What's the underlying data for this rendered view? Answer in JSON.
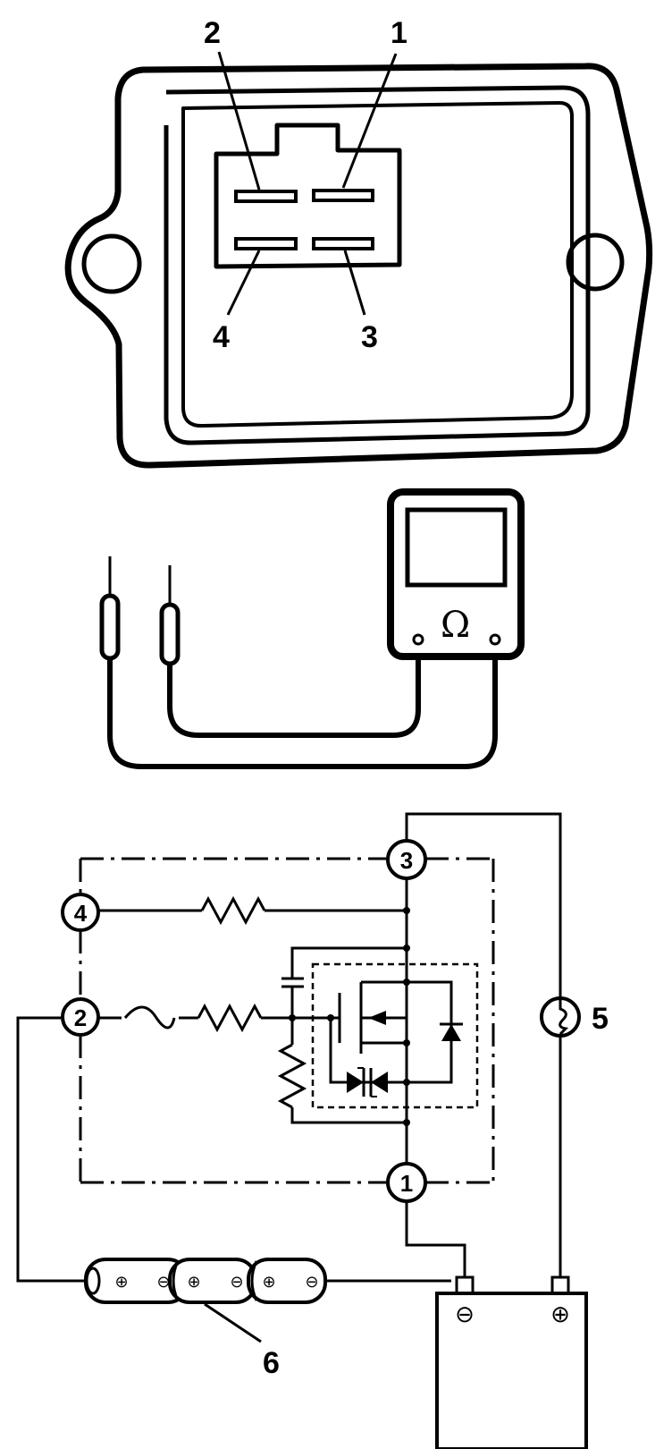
{
  "connector_view": {
    "pin_labels": [
      "2",
      "1",
      "4",
      "3"
    ]
  },
  "ohmmeter": {
    "symbol": "Ω"
  },
  "circuit": {
    "nodes": [
      "3",
      "4",
      "2",
      "1"
    ],
    "component_labels": [
      "5",
      "6"
    ],
    "battery_terminals": [
      "⊖",
      "⊕"
    ],
    "cell_signs": [
      "⊕",
      "⊖",
      "⊕",
      "⊖",
      "⊕",
      "⊖"
    ]
  }
}
